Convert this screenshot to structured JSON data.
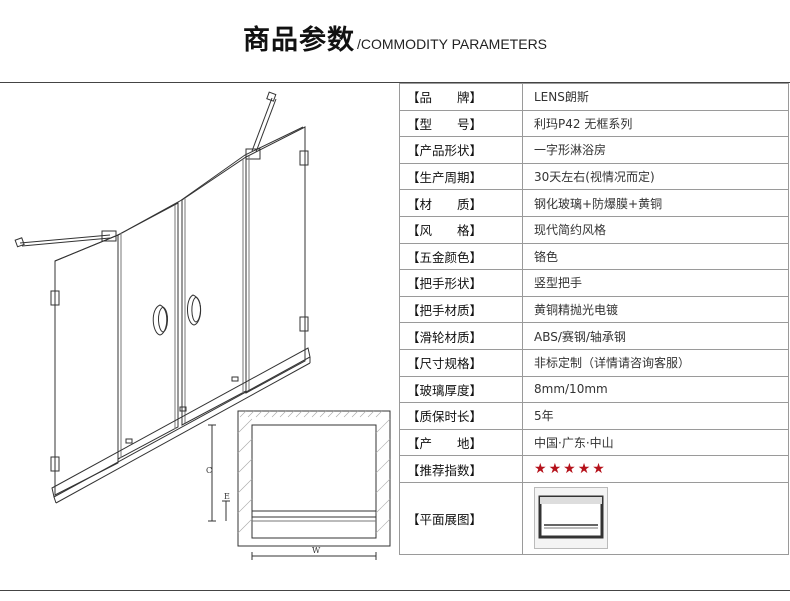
{
  "header": {
    "title_cn": "商品参数",
    "title_en": "/COMMODITY PARAMETERS"
  },
  "drawing": {
    "dimension_labels": [
      "C",
      "E",
      "W"
    ]
  },
  "specs": [
    {
      "label": "【品　　牌】",
      "value": "LENS朗斯"
    },
    {
      "label": "【型　　号】",
      "value": "利玛P42  无框系列"
    },
    {
      "label": "【产品形状】",
      "value": "一字形淋浴房"
    },
    {
      "label": "【生产周期】",
      "value": "30天左右(视情况而定)"
    },
    {
      "label": "【材　　质】",
      "value": "钢化玻璃+防爆膜+黄铜"
    },
    {
      "label": "【风　　格】",
      "value": "现代简约风格"
    },
    {
      "label": "【五金颜色】",
      "value": "铬色"
    },
    {
      "label": "【把手形状】",
      "value": "竖型把手"
    },
    {
      "label": "【把手材质】",
      "value": "黄铜精抛光电镀"
    },
    {
      "label": "【滑轮材质】",
      "value": "ABS/赛钢/轴承钢"
    },
    {
      "label": "【尺寸规格】",
      "value": "非标定制（详情请咨询客服）"
    },
    {
      "label": "【玻璃厚度】",
      "value": "8mm/10mm"
    },
    {
      "label": "【质保时长】",
      "value": "5年"
    },
    {
      "label": "【产　　地】",
      "value": "中国·广东·中山"
    }
  ],
  "rating": {
    "label": "【推荐指数】",
    "stars": 5,
    "max": 5,
    "star_color": "#b5121b"
  },
  "plan": {
    "label": "【平面展图】"
  }
}
